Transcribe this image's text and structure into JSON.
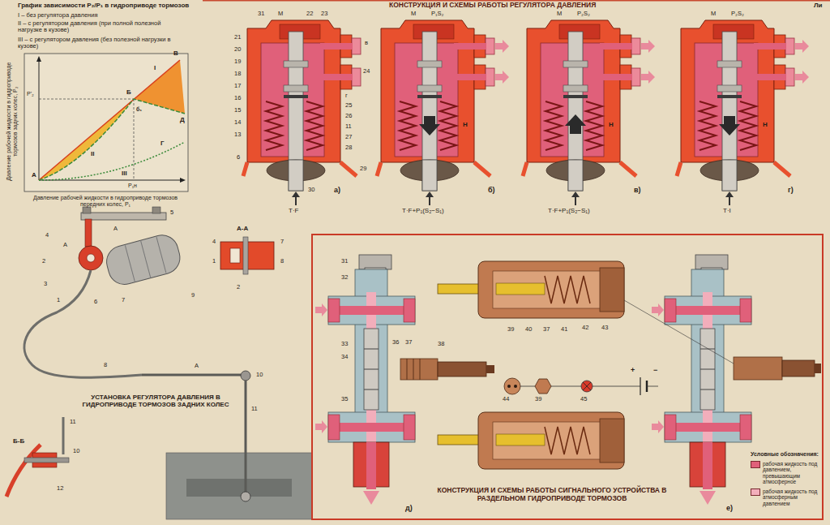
{
  "diagram": {
    "title": "КОНСТРУКЦИЯ И СХЕМЫ РАБОТЫ РЕГУЛЯТОРА ДАВЛЕНИЯ",
    "nodes": [
      {
        "text": [
          "КОНСТРУКЦИЯ И СХЕМЫ РАБОТЫ СИГНАЛЬНОГО УСТРОЙСТВА В РАЗДЕЛЬНОМ ГИДРОПРИВОДЕ ТОРМОЗОВ"
        ]
      }
    ],
    "labels": [
      "График зависимости P₂/P₁ в гидроприводе тормозов",
      "I – без регулятора давления",
      "II – с регулятором давления (при полной полезной нагрузке в кузове)",
      "III – с регулятором давления (без полезной нагрузки в кузове)",
      "Давление рабочей жидкости в гидроприводе тормозов задних колес, P₂",
      "Давление рабочей жидкости в гидроприводе тормозов передних колес, P₁",
      "P'₂",
      "P₁н",
      "А",
      "Б",
      "В",
      "Г",
      "Д",
      "б₁",
      "I",
      "II",
      "III",
      "31",
      "M",
      "22",
      "23",
      "21",
      "20",
      "19",
      "18",
      "17",
      "16",
      "15",
      "14",
      "13",
      "6",
      "в",
      "24",
      "г",
      "25",
      "26",
      "11",
      "27",
      "28",
      "29",
      "30",
      "T·F",
      "а)",
      "M",
      "P₁S₂",
      "H",
      "T·F+P₁(S₂−S₁)",
      "б)",
      "M",
      "P₂S₂",
      "H",
      "T·F+P₁(S₂−S₁)",
      "в)",
      "M",
      "P₂S₂",
      "H",
      "T·I",
      "г)",
      "Ли",
      "5",
      "4",
      "А",
      "А",
      "2",
      "3",
      "1",
      "6",
      "7",
      "9",
      "8",
      "А",
      "10",
      "11",
      "УСТАНОВКА РЕГУЛЯТОРА ДАВЛЕНИЯ В ГИДРОПРИВОДЕ ТОРМОЗОВ ЗАДНИХ КОЛЕС",
      "А-А",
      "4",
      "7",
      "1",
      "8",
      "2",
      "Б-Б",
      "11",
      "10",
      "12",
      "31",
      "32",
      "33",
      "34",
      "35",
      "36",
      "37",
      "38",
      "39",
      "40",
      "37",
      "41",
      "42",
      "43",
      "44",
      "39",
      "45",
      "+",
      "−",
      "д)",
      "е)",
      "Условные обозначения:"
    ],
    "legend": [
      {
        "text": "рабочая жидкость под давлением, превышающим атмосферное",
        "color": "#e0607a"
      },
      {
        "text": "рабочая жидкость под атмосферным давлением",
        "color": "#f2aebb"
      }
    ]
  }
}
